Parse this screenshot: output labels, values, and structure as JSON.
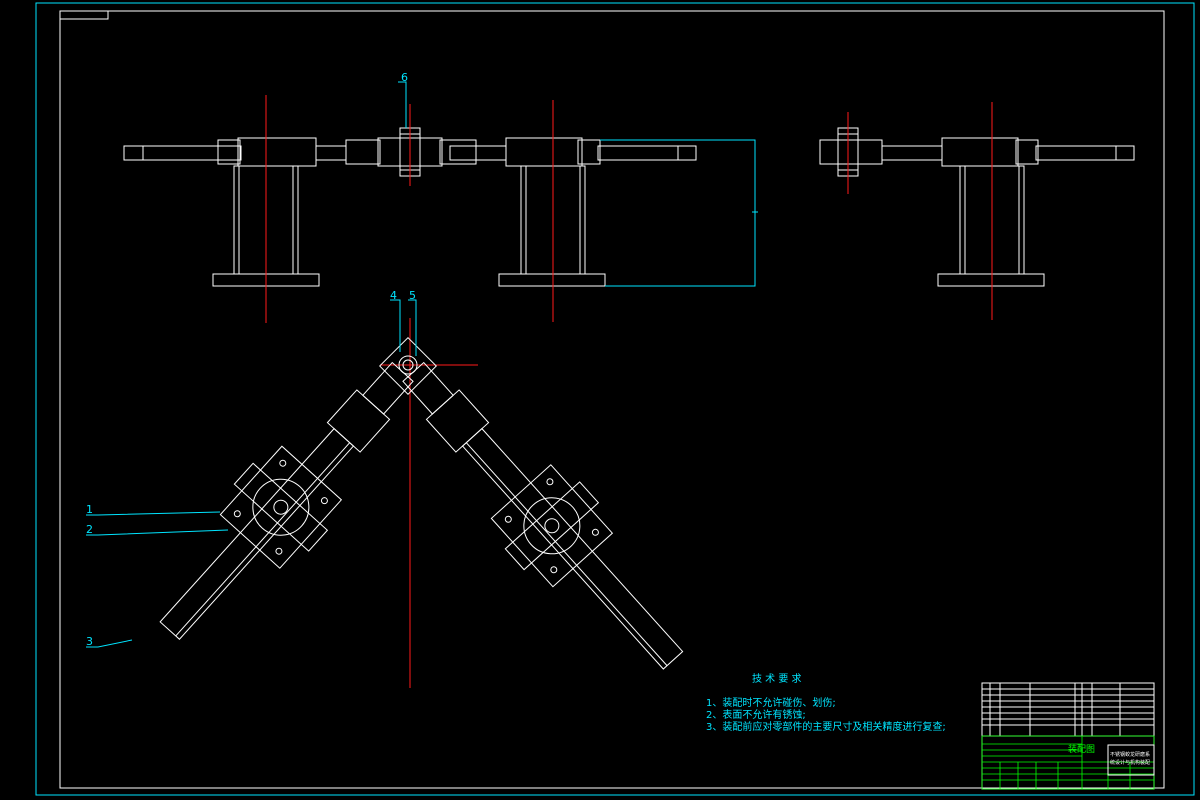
{
  "drawing": {
    "part_labels": [
      "1",
      "2",
      "3",
      "4",
      "5",
      "6"
    ],
    "tech_requirements": {
      "title": "技 术 要 求",
      "items": [
        "1、装配时不允许碰伤、划伤;",
        "2、表面不允许有锈蚀;",
        "3、装配前应对零部件的主要尺寸及相关精度进行复查;"
      ]
    },
    "title_block": {
      "drawing_title": "装配图",
      "project_name_line1": "不锈钢蛟龙研磨系",
      "project_name_line2": "统设计与机构装配"
    }
  }
}
